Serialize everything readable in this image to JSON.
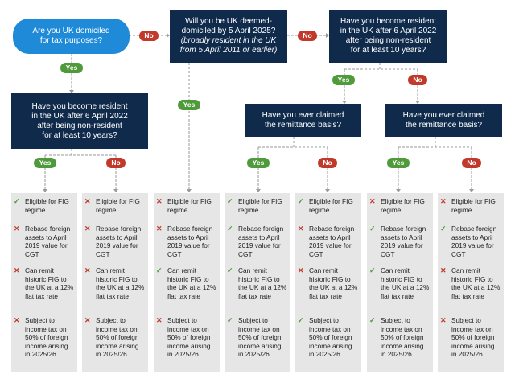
{
  "colors": {
    "navy": "#0f2a4a",
    "blue": "#1f8ad8",
    "yes": "#4f9a3b",
    "no": "#c0392b",
    "column_bg": "#e6e6e6"
  },
  "labels": {
    "yes": "Yes",
    "no": "No"
  },
  "questions": {
    "q1": {
      "lines": [
        "Are you UK domiciled",
        "for tax purposes?"
      ]
    },
    "q2": {
      "lines": [
        "Will you be UK deemed-",
        "domiciled by 5 April 2025?"
      ],
      "italic": [
        "(broadly resident in the UK",
        "from 5 April 2011 or earlier)"
      ]
    },
    "q3": {
      "lines": [
        "Have you become resident",
        "in the UK after 6 April 2022",
        "after being non-resident",
        "for at least 10 years?"
      ]
    },
    "q4": {
      "lines": [
        "Have you become resident",
        "in the UK after 6 April 2022",
        "after being non-resident",
        "for at least 10 years?"
      ]
    },
    "q5": {
      "lines": [
        "Have you ever claimed",
        "the remittance basis?"
      ]
    },
    "q6": {
      "lines": [
        "Have you ever claimed",
        "the remittance basis?"
      ]
    }
  },
  "outcome_labels": [
    "Eligible for FIG regime",
    "Rebase foreign assets to April 2019 value for CGT",
    "Can remit historic FIG to the UK at a 12% flat tax rate",
    "Subject to income tax on 50% of foreign income arising in 2025/26"
  ],
  "columns": [
    {
      "marks": [
        "check",
        "cross",
        "cross",
        "cross"
      ]
    },
    {
      "marks": [
        "cross",
        "cross",
        "cross",
        "cross"
      ]
    },
    {
      "marks": [
        "cross",
        "cross",
        "check",
        "cross"
      ]
    },
    {
      "marks": [
        "check",
        "check",
        "check",
        "check"
      ]
    },
    {
      "marks": [
        "check",
        "cross",
        "cross",
        "check"
      ]
    },
    {
      "marks": [
        "cross",
        "check",
        "check",
        "check"
      ]
    },
    {
      "marks": [
        "cross",
        "check",
        "cross",
        "cross"
      ]
    }
  ]
}
